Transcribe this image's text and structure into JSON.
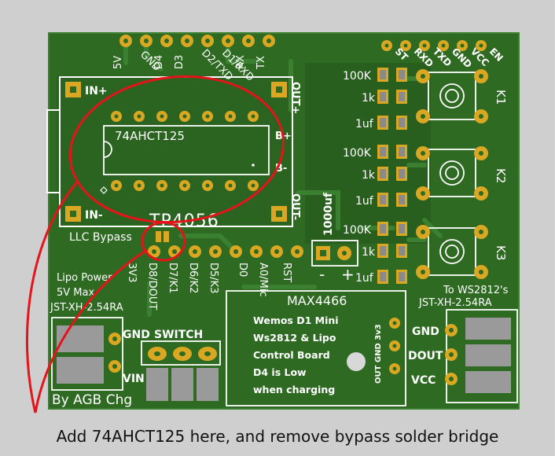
{
  "header_pins": [
    "5V",
    "GND",
    "D4",
    "D3",
    "D2/TXD",
    "D1/RXD",
    "RX",
    "TX"
  ],
  "serial_pins": [
    "ST",
    "RXD",
    "TXD",
    "GND",
    "VCC",
    "EN"
  ],
  "charger": {
    "in_plus": "IN+",
    "in_minus": "IN-",
    "out_plus": "OUT+",
    "out_minus": "OUT-",
    "b_plus": "B+",
    "b_minus": "B-",
    "chip": "TP4056"
  },
  "ic_label": "74AHCT125",
  "llc_bypass": "LLC Bypass",
  "cap_label": "1000uf",
  "resistors": {
    "r100k": "100K",
    "r1k": "1k",
    "c1uf": "1uf"
  },
  "buttons": [
    "K1",
    "K2",
    "K3"
  ],
  "bottom_pins": [
    "3V3",
    "D8/DOUT",
    "D7/K1",
    "D6/K2",
    "D5/K3",
    "D0",
    "A0/Mic",
    "RST"
  ],
  "lipo": {
    "l1": "Lipo Power",
    "l2": "5V Max",
    "l3": "JST-XH-2.54RA"
  },
  "switch": {
    "gnd": "GND",
    "sw": "SWITCH",
    "vin": "VIN"
  },
  "author": "By AGB Chg",
  "info": {
    "mic": "MAX4466",
    "l1": "Wemos D1 Mini",
    "l2": "Ws2812 & Lipo",
    "l3": "Control Board",
    "l4": "D4 is Low",
    "l5": "when charging",
    "pins": "OUT GND 3v3"
  },
  "ws": {
    "t1": "To WS2812's",
    "t2": "JST-XH-2.54RA",
    "gnd": "GND",
    "dout": "DOUT",
    "vcc": "VCC"
  },
  "caption": "Add 74AHCT125 here, and remove bypass solder bridge",
  "colors": {
    "board": "#2f6e24",
    "pad": "#d9a722",
    "annotation": "#e5141b"
  }
}
